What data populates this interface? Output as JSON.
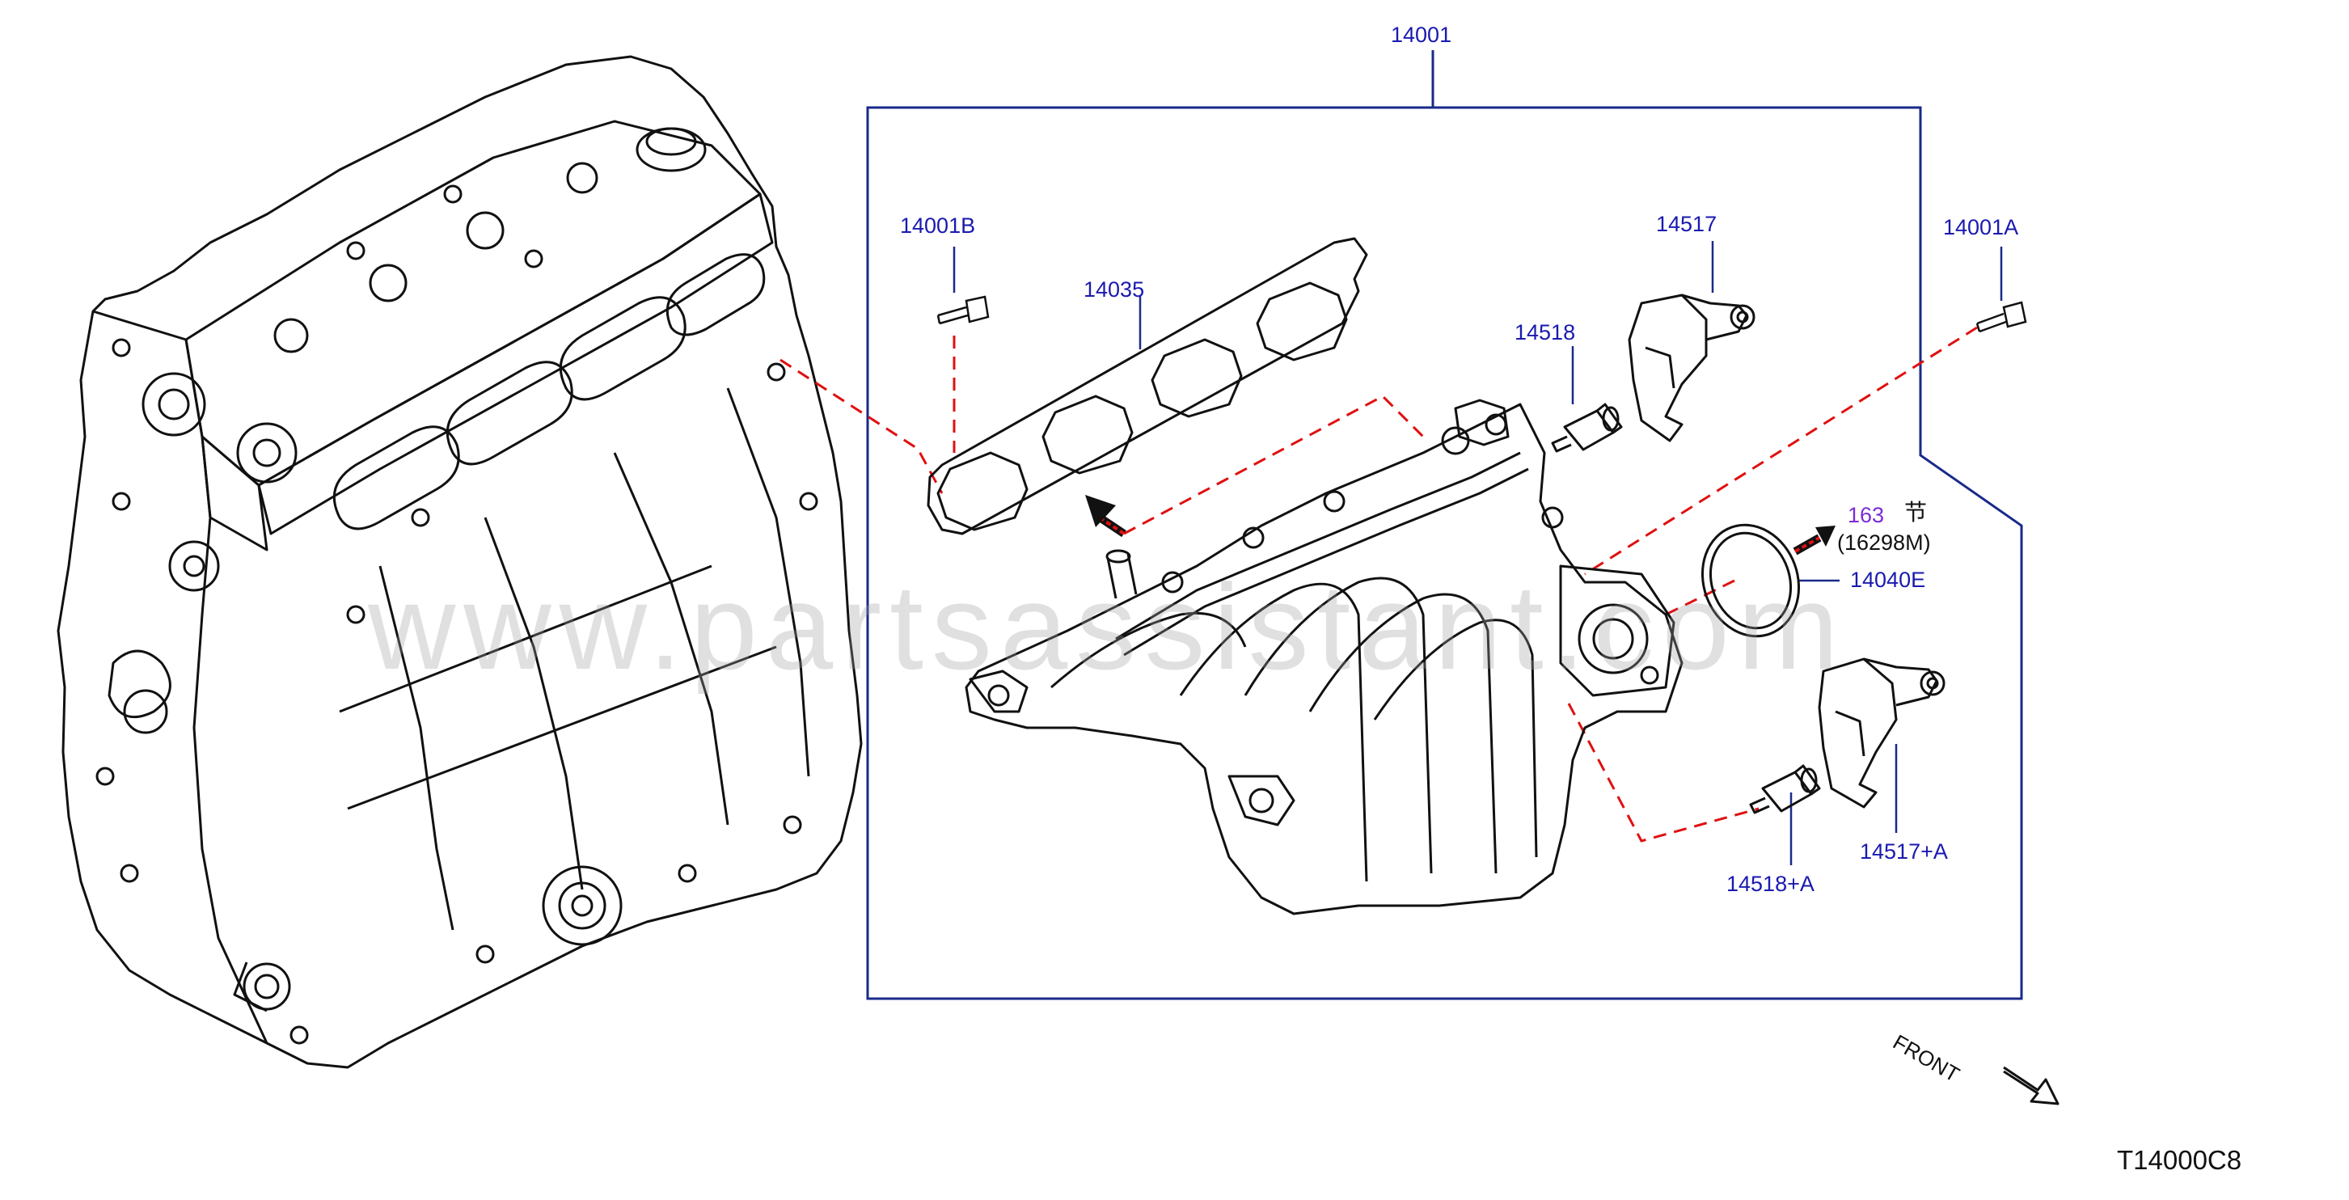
{
  "colors": {
    "callout": "#1a1ab0",
    "link": "#7a2bd6",
    "leader_dashed": "#e01010",
    "frame": "#1a2a8a",
    "line_art": "#111111",
    "watermark": "#bdbdbd"
  },
  "callouts": {
    "assembly": "14001",
    "bolt_b": "14001B",
    "gasket": "14035",
    "sensor_top": "14518",
    "valve_top": "14517",
    "bolt_a": "14001A",
    "seal_ring": "14040E",
    "valve_bottom": "14517+A",
    "sensor_bottom": "14518+A"
  },
  "reference": {
    "section_link": "163",
    "section_char": "节",
    "part_ref": "(16298M)"
  },
  "watermark_text": "www.partsassistant.com",
  "direction_label": "FRONT",
  "diagram_code": "T14000C8"
}
